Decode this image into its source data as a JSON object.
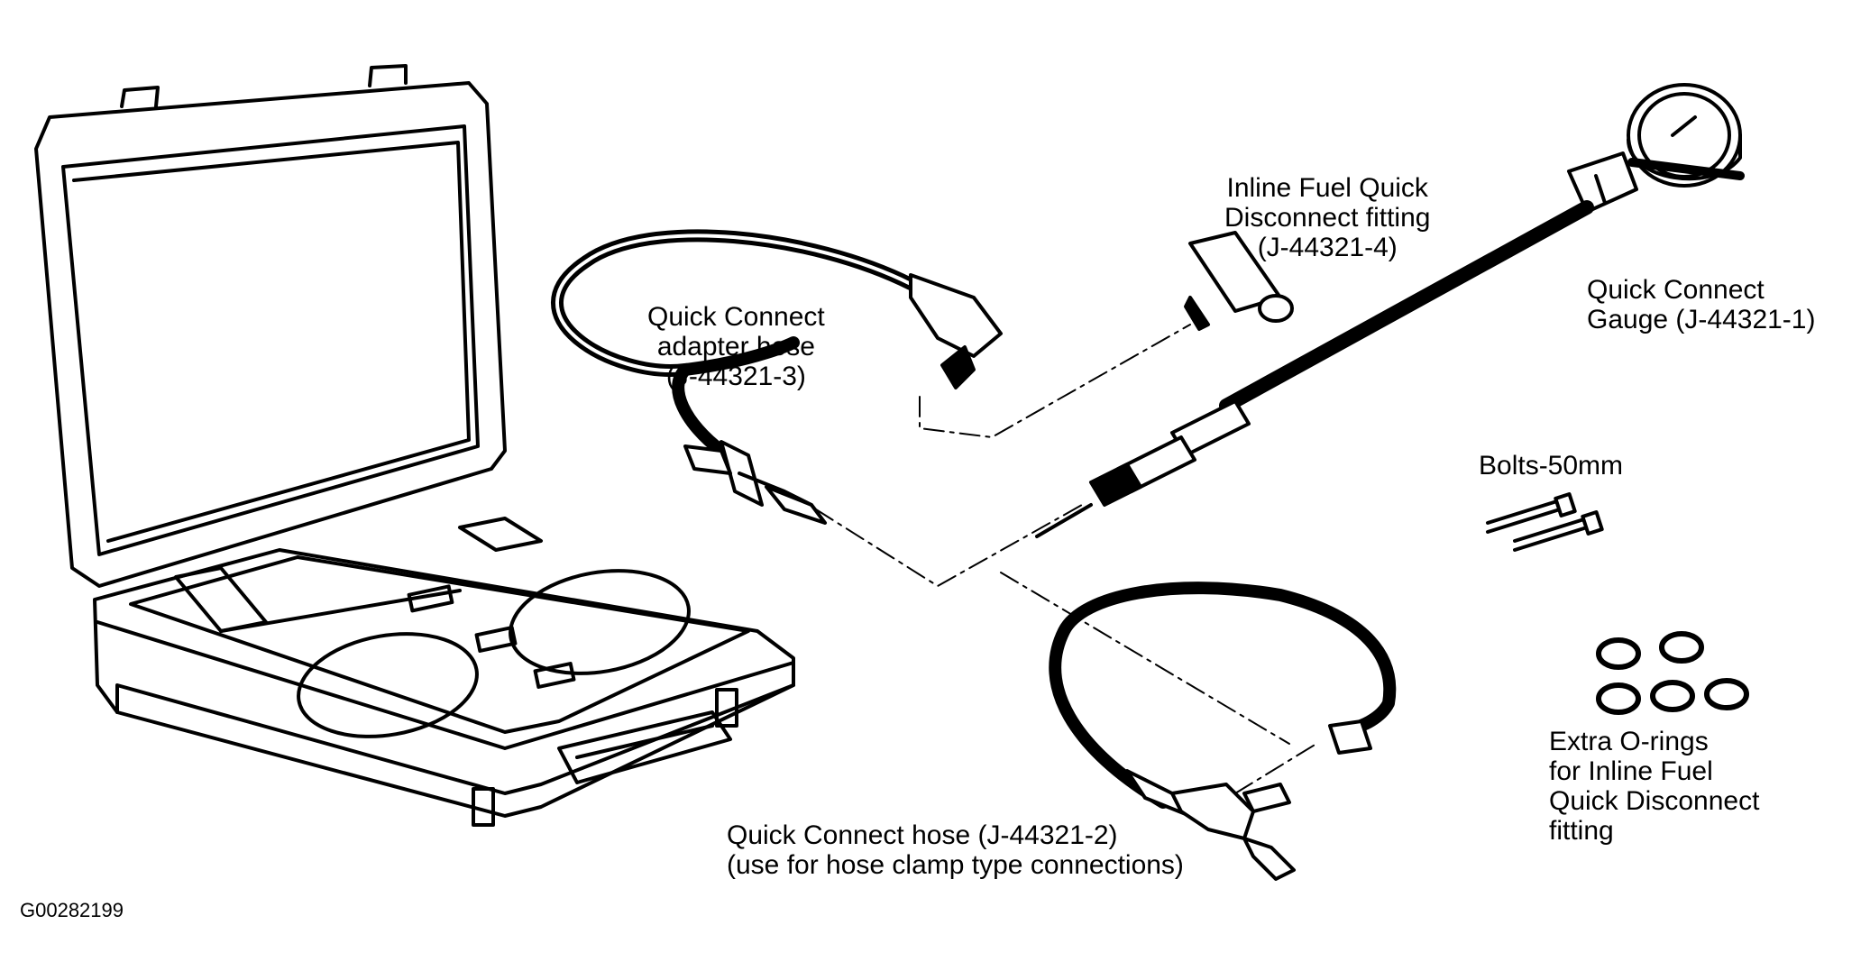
{
  "labels": {
    "inline_fitting": "Inline Fuel Quick\nDisconnect fitting\n(J-44321-4)",
    "gauge": "Quick Connect\nGauge (J-44321-1)",
    "adapter_hose": "Quick Connect\nadapter hose\n(J-44321-3)",
    "bolts": "Bolts-50mm",
    "hose": "Quick Connect hose (J-44321-2)\n(use for hose clamp type connections)",
    "orings": "Extra O-rings\nfor Inline Fuel\nQuick Disconnect\nfitting"
  },
  "figure_id": "G00282199",
  "colors": {
    "ink": "#000000",
    "paper": "#ffffff"
  }
}
